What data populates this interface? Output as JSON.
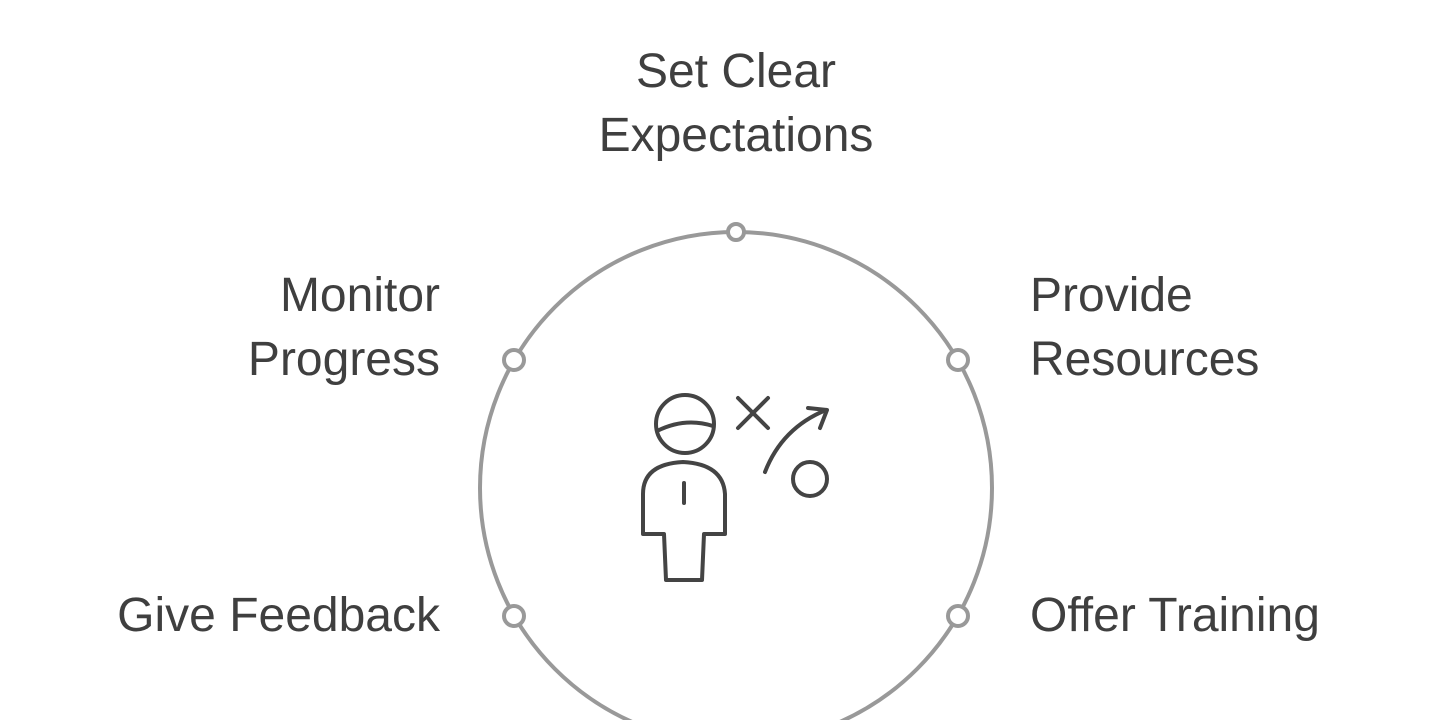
{
  "diagram": {
    "steps": [
      {
        "id": "top",
        "lines": [
          "Set Clear",
          "Expectations"
        ]
      },
      {
        "id": "upper-left",
        "lines": [
          "Monitor",
          "Progress"
        ]
      },
      {
        "id": "upper-right",
        "lines": [
          "Provide",
          "Resources"
        ]
      },
      {
        "id": "lower-left",
        "lines": [
          "Give Feedback"
        ]
      },
      {
        "id": "lower-right",
        "lines": [
          "Offer Training"
        ]
      }
    ],
    "center_icon": "coach-strategy-icon",
    "colors": {
      "text": "#3f3f3f",
      "ring": "#999999",
      "icon": "#444444"
    }
  }
}
